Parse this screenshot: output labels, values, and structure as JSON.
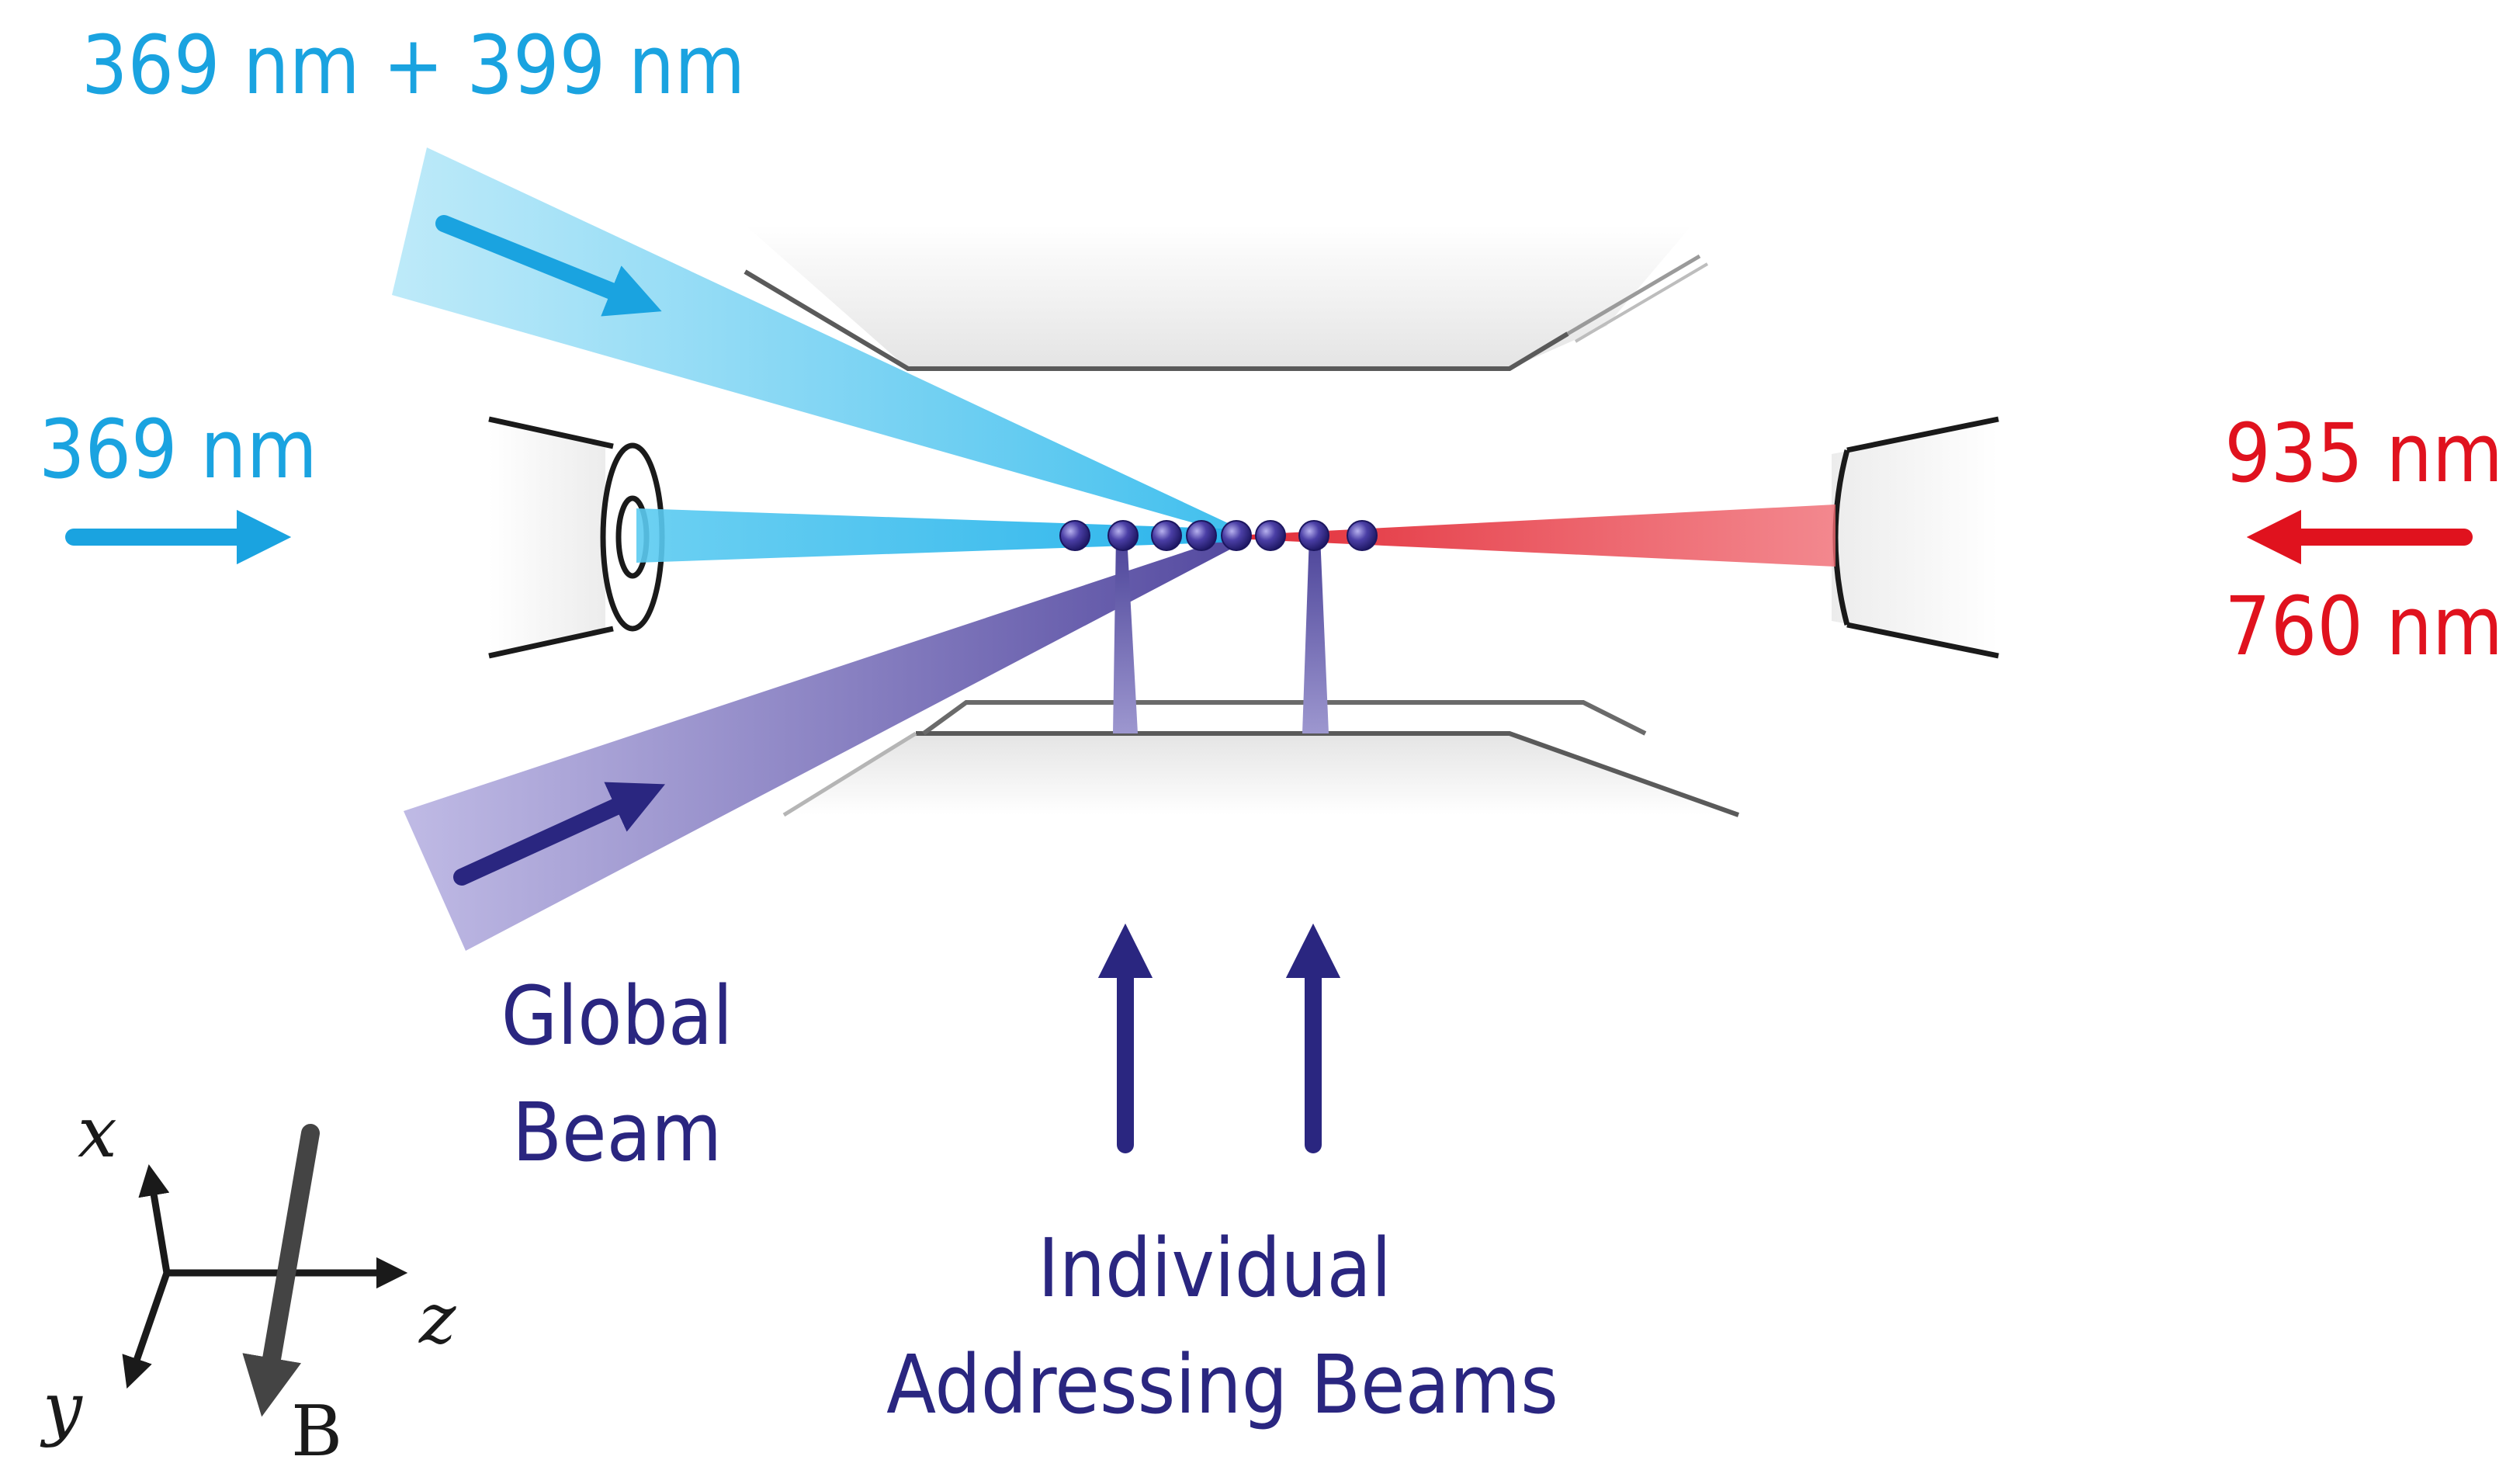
{
  "labels": {
    "beam_top": "369 nm + 399 nm",
    "beam_left": "369 nm",
    "right_1": "935 nm",
    "right_2": "760 nm",
    "global_1": "Global",
    "global_2": "Beam",
    "individual_1": "Individual",
    "individual_2": "Addressing Beams"
  },
  "axes": {
    "x": "x",
    "y": "y",
    "z": "z",
    "field": "B"
  },
  "ions": {
    "count": 8
  },
  "colors": {
    "uv_beam": "#3fc0ee",
    "red_beam": "#e8323e",
    "purple_beam": "#5a4fa8",
    "arrow_blue": "#1aa3e0",
    "arrow_red": "#e0121e",
    "arrow_purple": "#2a2680",
    "ion": "#3a2f8a"
  }
}
